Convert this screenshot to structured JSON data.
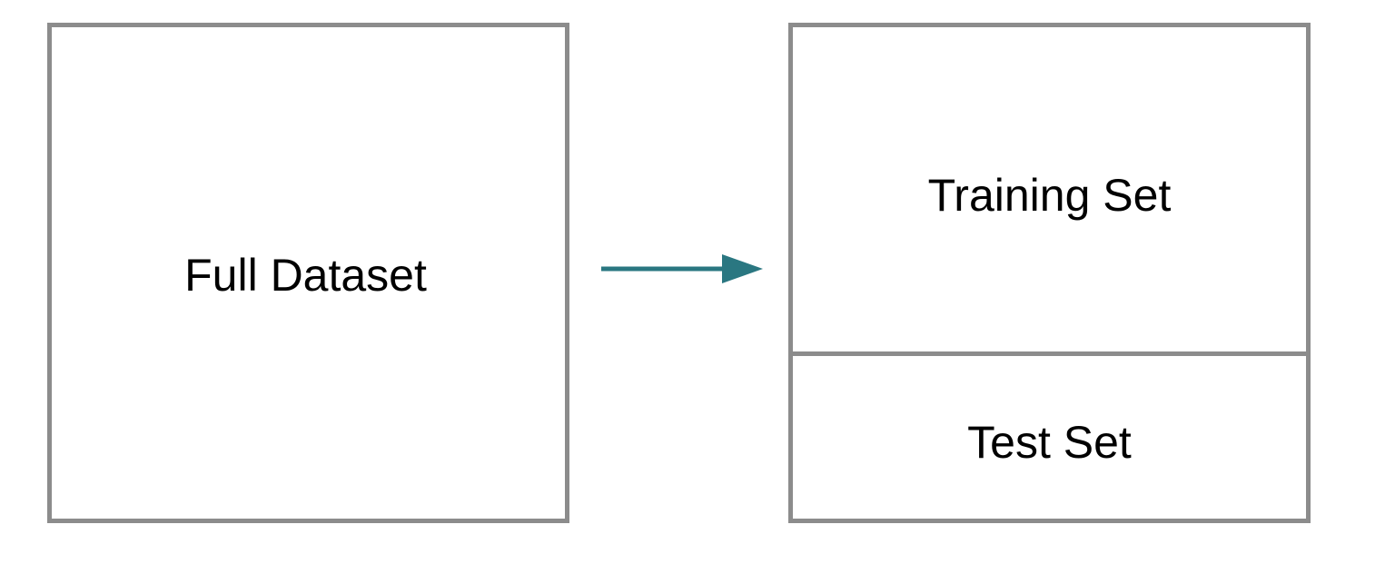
{
  "diagram": {
    "source": {
      "label": "Full Dataset"
    },
    "target": {
      "sections": [
        {
          "label": "Training Set"
        },
        {
          "label": "Test Set"
        }
      ]
    },
    "colors": {
      "border": "#8c8c8c",
      "arrow": "#2a7781",
      "text": "#000000"
    }
  }
}
